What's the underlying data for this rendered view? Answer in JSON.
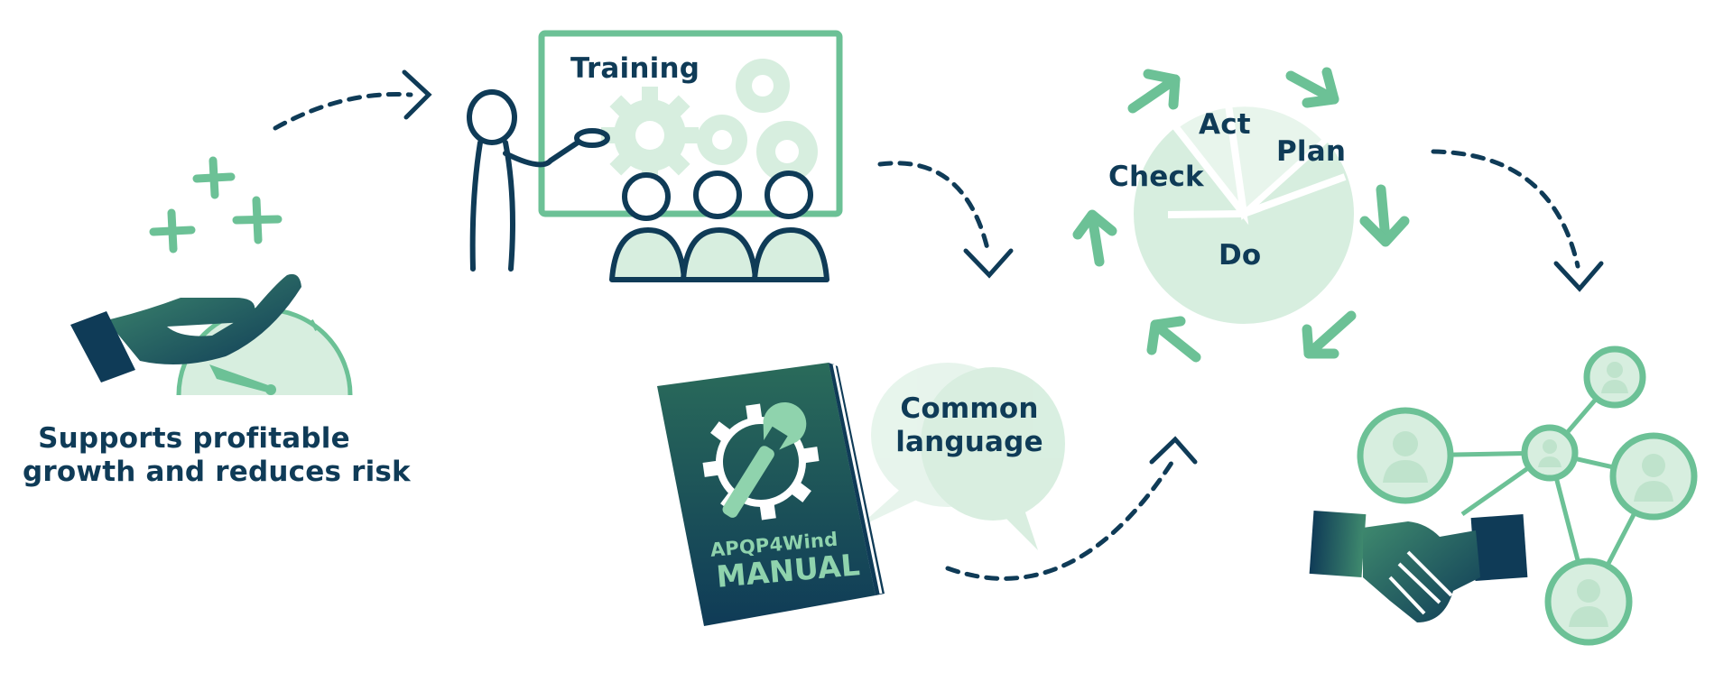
{
  "growth": {
    "line1": "Supports profitable",
    "line2": "growth and reduces risk"
  },
  "training": {
    "title": "Training"
  },
  "pdca": {
    "act": "Act",
    "plan": "Plan",
    "check": "Check",
    "do": "Do"
  },
  "manual": {
    "line1": "APQP4Wind",
    "line2": "MANUAL"
  },
  "bubble": {
    "line1": "Common",
    "line2": "language"
  },
  "colors": {
    "navy": "#0f3b57",
    "green": "#6cc196",
    "light_green": "#d7eedf",
    "mid_green": "#8fd3ad",
    "teal_dark": "#2a6b5a"
  },
  "icons": [
    "hand-icon",
    "gauge-icon",
    "plus-icon",
    "presenter-icon",
    "gear-icon",
    "audience-icon",
    "pdca-pie-icon",
    "cycle-arrow-icon",
    "book-icon",
    "wrench-gear-icon",
    "speech-bubble-icon",
    "handshake-icon",
    "network-icon",
    "person-node-icon",
    "dashed-arrow-icon"
  ]
}
